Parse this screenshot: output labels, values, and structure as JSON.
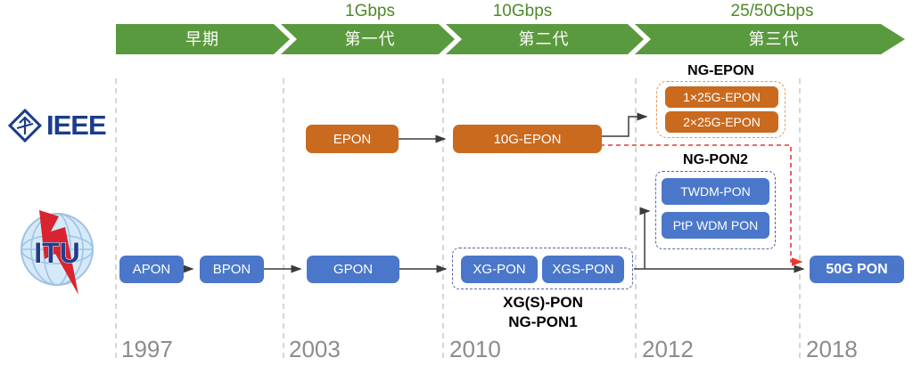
{
  "colors": {
    "timeline_green": "#5A9A3E",
    "speed_text_green": "#4E8A28",
    "ieee_orange": "#C96A1E",
    "orange_dash_border": "#E9965C",
    "itu_blue": "#4A77C9",
    "blue_dash_border": "#5568A4",
    "red_dashed_line": "#E53935",
    "black_line": "#3A3A3A",
    "gray_dashed_line": "#C9C9C9",
    "year_text": "#8C8C8C",
    "ieee_navy": "#1B3C8C",
    "itu_bolt_red": "#D9232E"
  },
  "timeline": {
    "eras": [
      {
        "label": "早期",
        "speed": ""
      },
      {
        "label": "第一代",
        "speed": "1Gbps"
      },
      {
        "label": "第二代",
        "speed": "10Gbps"
      },
      {
        "label": "第三代",
        "speed": "25/50Gbps"
      }
    ]
  },
  "ieee": {
    "logo_text": "IEEE",
    "epon": "EPON",
    "epon10g": "10G-EPON",
    "ng_epon": {
      "title": "NG-EPON",
      "items": [
        "1×25G-EPON",
        "2×25G-EPON"
      ]
    }
  },
  "itu": {
    "logo_text": "ITU",
    "apon": "APON",
    "bpon": "BPON",
    "gpon": "GPON",
    "xgs_group": {
      "boxes": [
        "XG-PON",
        "XGS-PON"
      ],
      "caption_line1": "XG(S)-PON",
      "caption_line2": "NG-PON1"
    },
    "ng_pon2": {
      "title": "NG-PON2",
      "items": [
        "TWDM-PON",
        "PtP WDM PON"
      ]
    },
    "pon50g": "50G PON"
  },
  "years": [
    "1997",
    "2003",
    "2010",
    "2012",
    "2018"
  ]
}
